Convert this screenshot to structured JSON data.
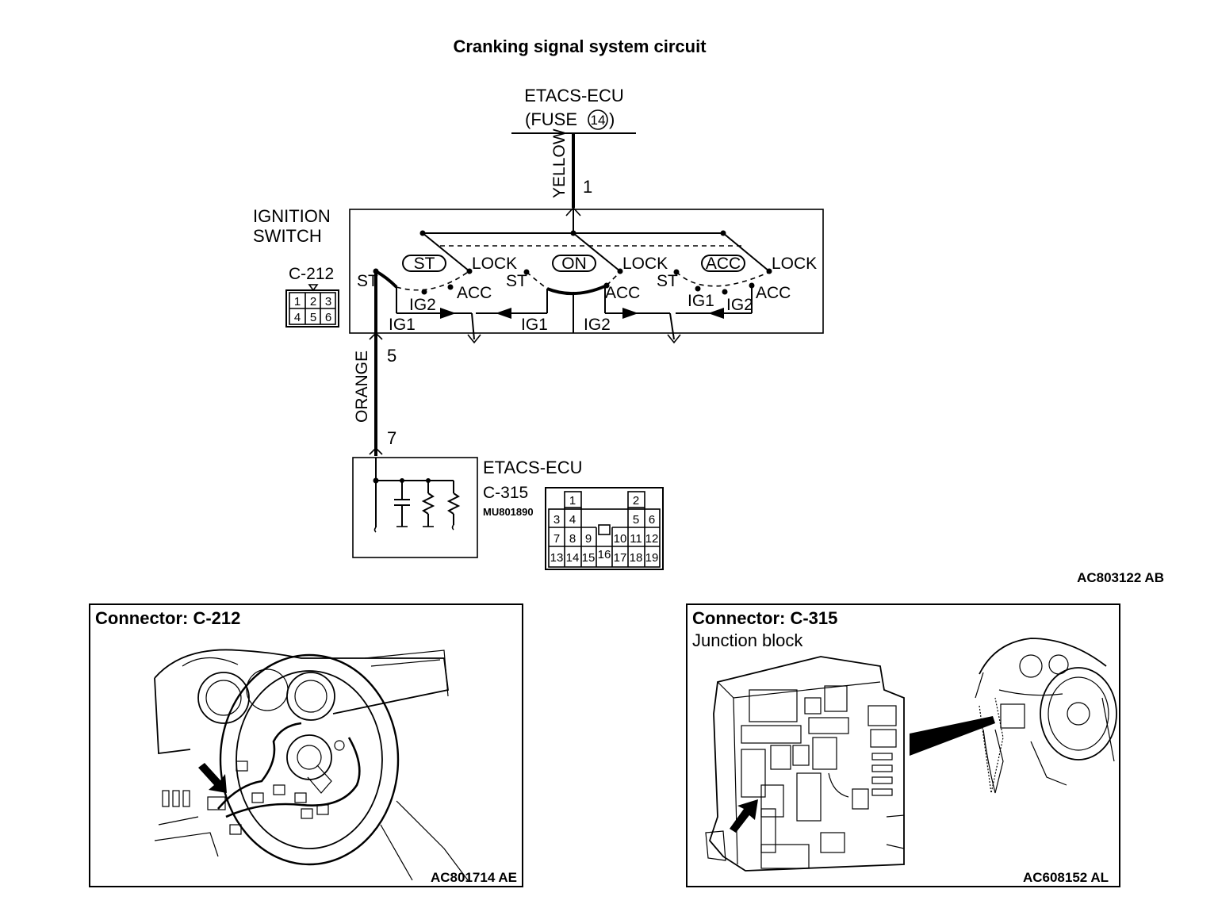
{
  "title": "Cranking signal system circuit",
  "top_component": {
    "line1": "ETACS-ECU",
    "line2_prefix": "(FUSE",
    "fuse_number": "14",
    "line2_suffix": ")"
  },
  "wires": {
    "yellow": "YELLOW",
    "orange": "ORANGE"
  },
  "pins": {
    "p1": "1",
    "p5": "5",
    "p7": "7"
  },
  "ignition_switch": {
    "label_line1": "IGNITION",
    "label_line2": "SWITCH",
    "connector": "C-212",
    "connector_pins": [
      "1",
      "2",
      "3",
      "4",
      "5",
      "6"
    ],
    "positions": [
      "ST",
      "ON",
      "ACC"
    ],
    "terminal_labels": {
      "lock": "LOCK",
      "acc": "ACC",
      "st": "ST",
      "ig1": "IG1",
      "ig2": "IG2"
    }
  },
  "bottom_component": {
    "name": "ETACS-ECU",
    "connector": "C-315",
    "part_number": "MU801890",
    "connector_pins": [
      "1",
      "2",
      "3",
      "4",
      "5",
      "6",
      "7",
      "8",
      "9",
      "10",
      "11",
      "12",
      "13",
      "14",
      "15",
      "16",
      "17",
      "18",
      "19"
    ]
  },
  "diagram_code": "AC803122 AB",
  "panel_left": {
    "title": "Connector: C-212",
    "code": "AC801714 AE"
  },
  "panel_right": {
    "title": "Connector: C-315",
    "subtitle": "Junction block",
    "code": "AC608152 AL"
  }
}
